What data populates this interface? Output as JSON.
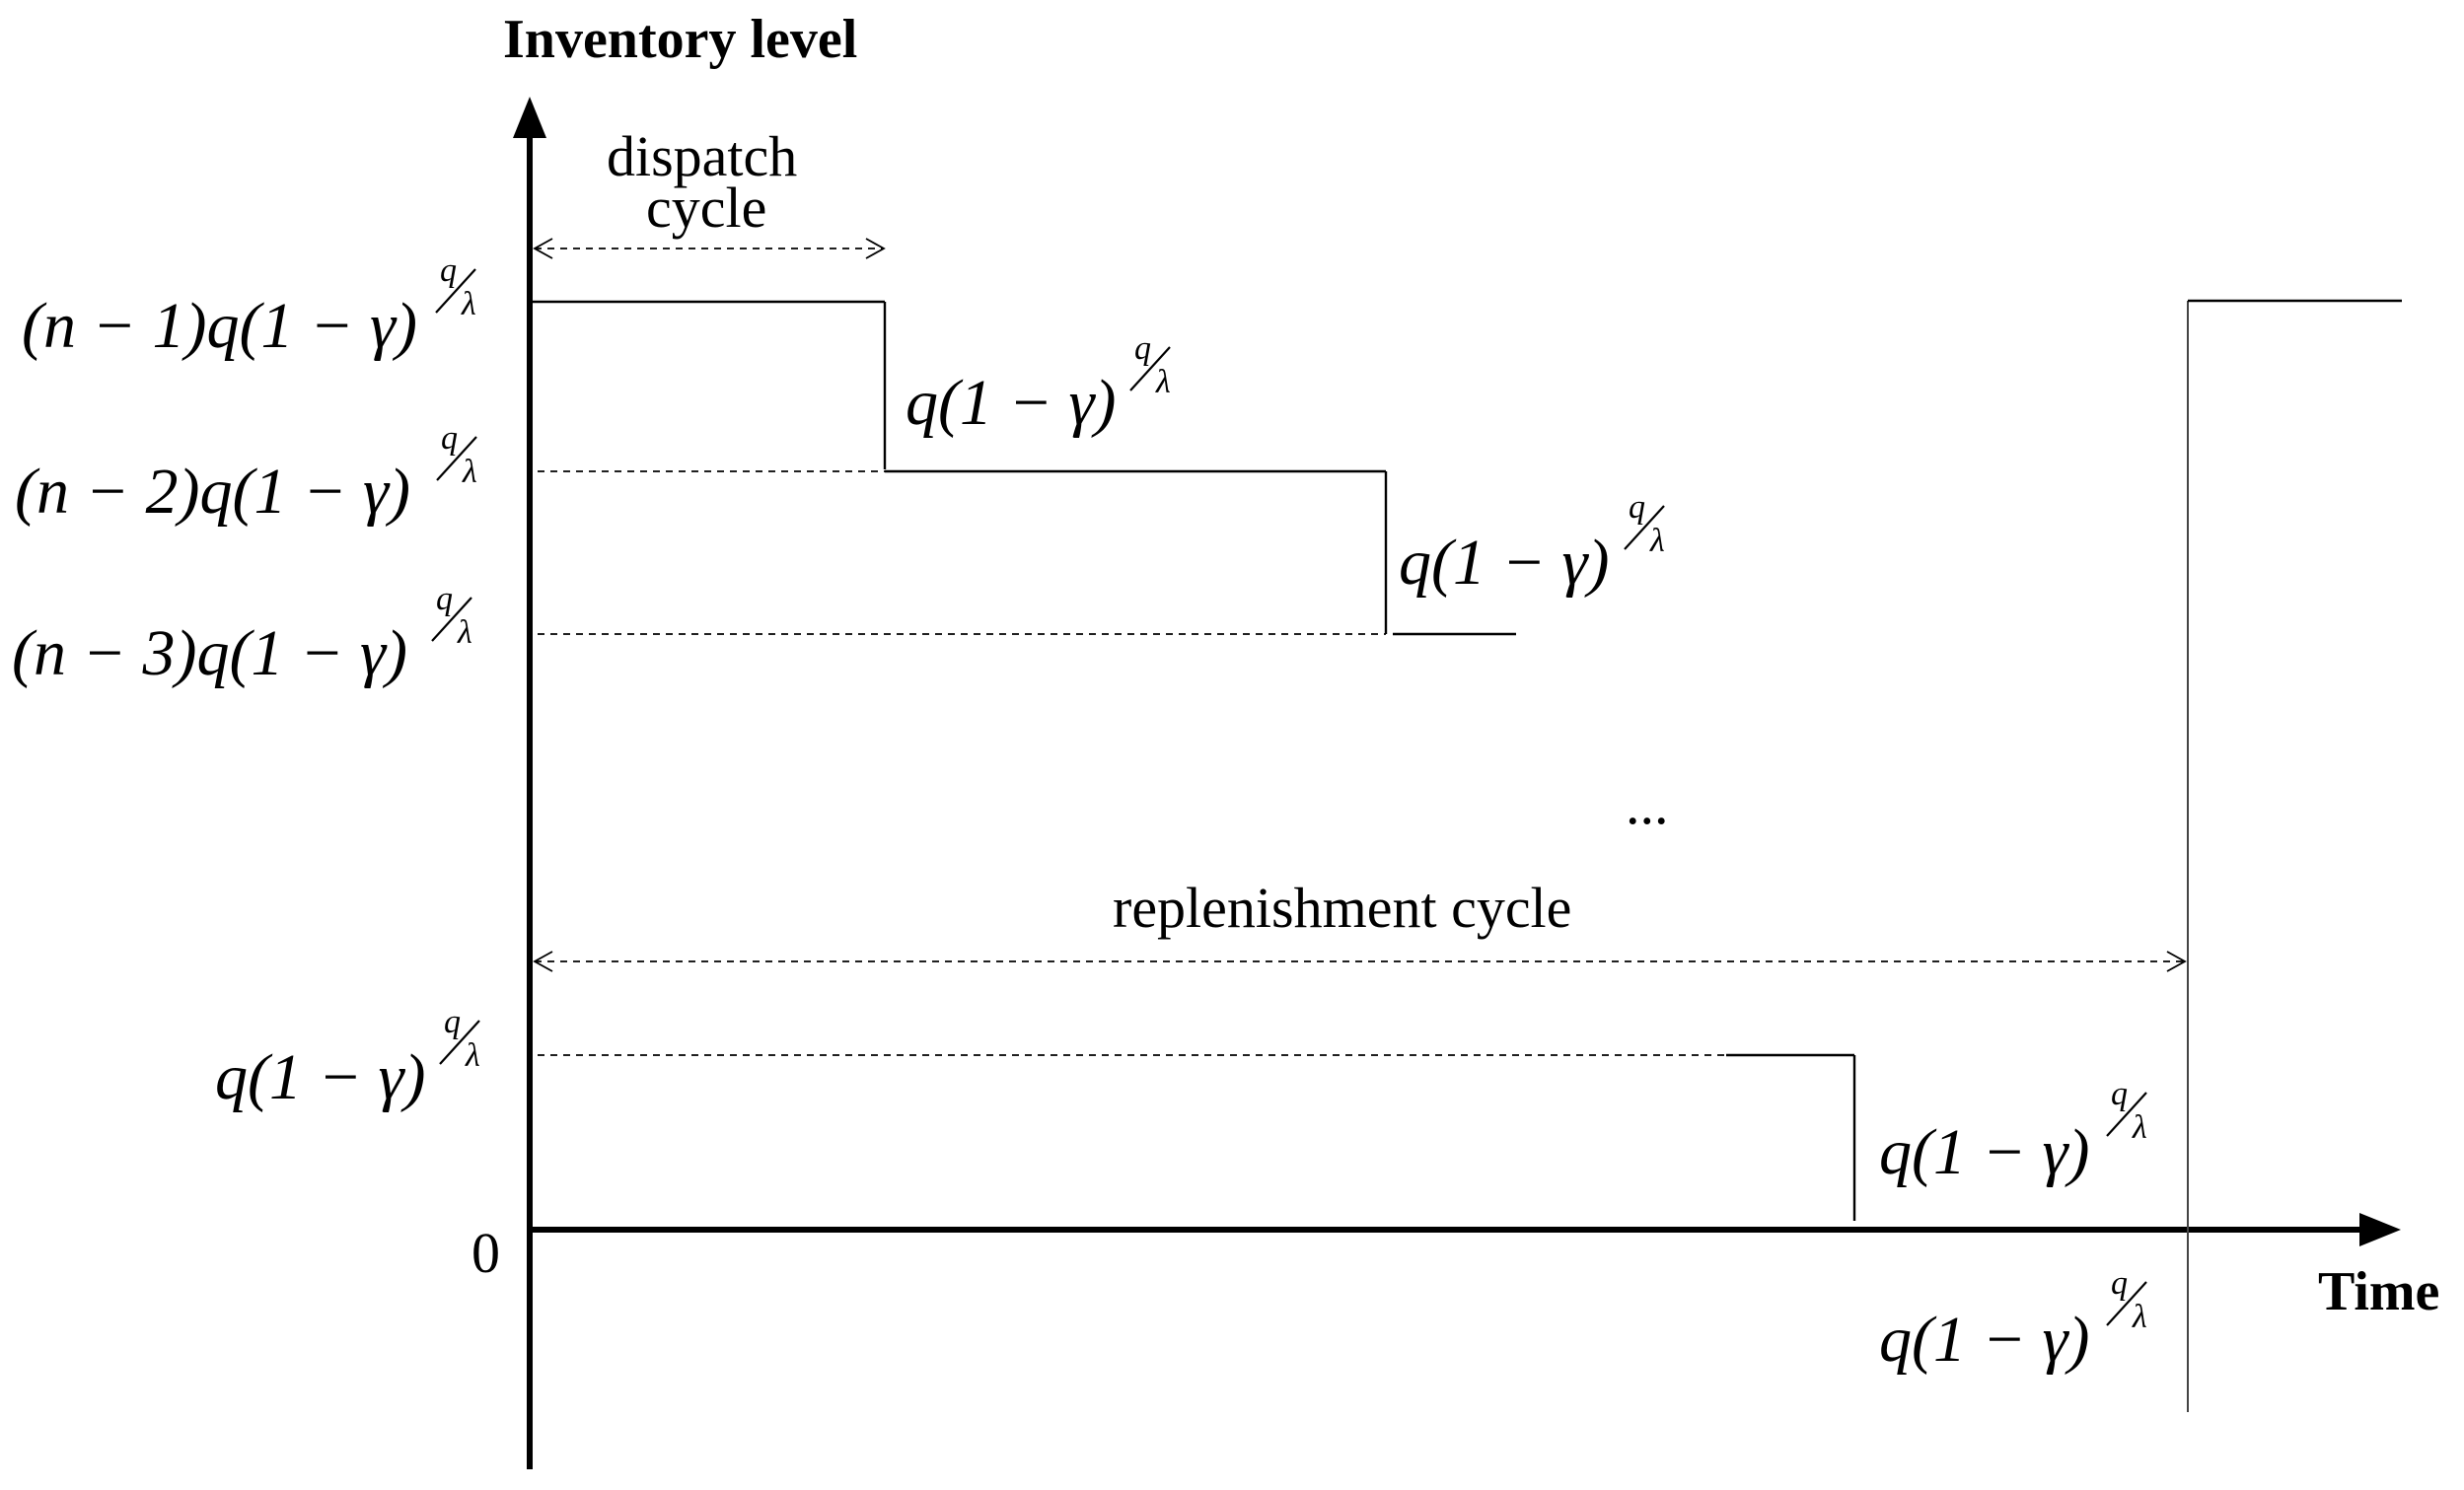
{
  "labels": {
    "y_axis": "Inventory level",
    "x_axis": "Time",
    "origin": "0",
    "dispatch_cycle_line1": "dispatch",
    "dispatch_cycle_line2": "cycle",
    "replenishment_cycle": "replenishment cycle",
    "ellipsis": "..."
  },
  "math": {
    "coef_n1": "(n − 1)",
    "coef_n2": "(n − 2)",
    "coef_n3": "(n − 3)",
    "base": "q(1 − γ)",
    "exp_num": "q",
    "exp_den": "λ"
  }
}
